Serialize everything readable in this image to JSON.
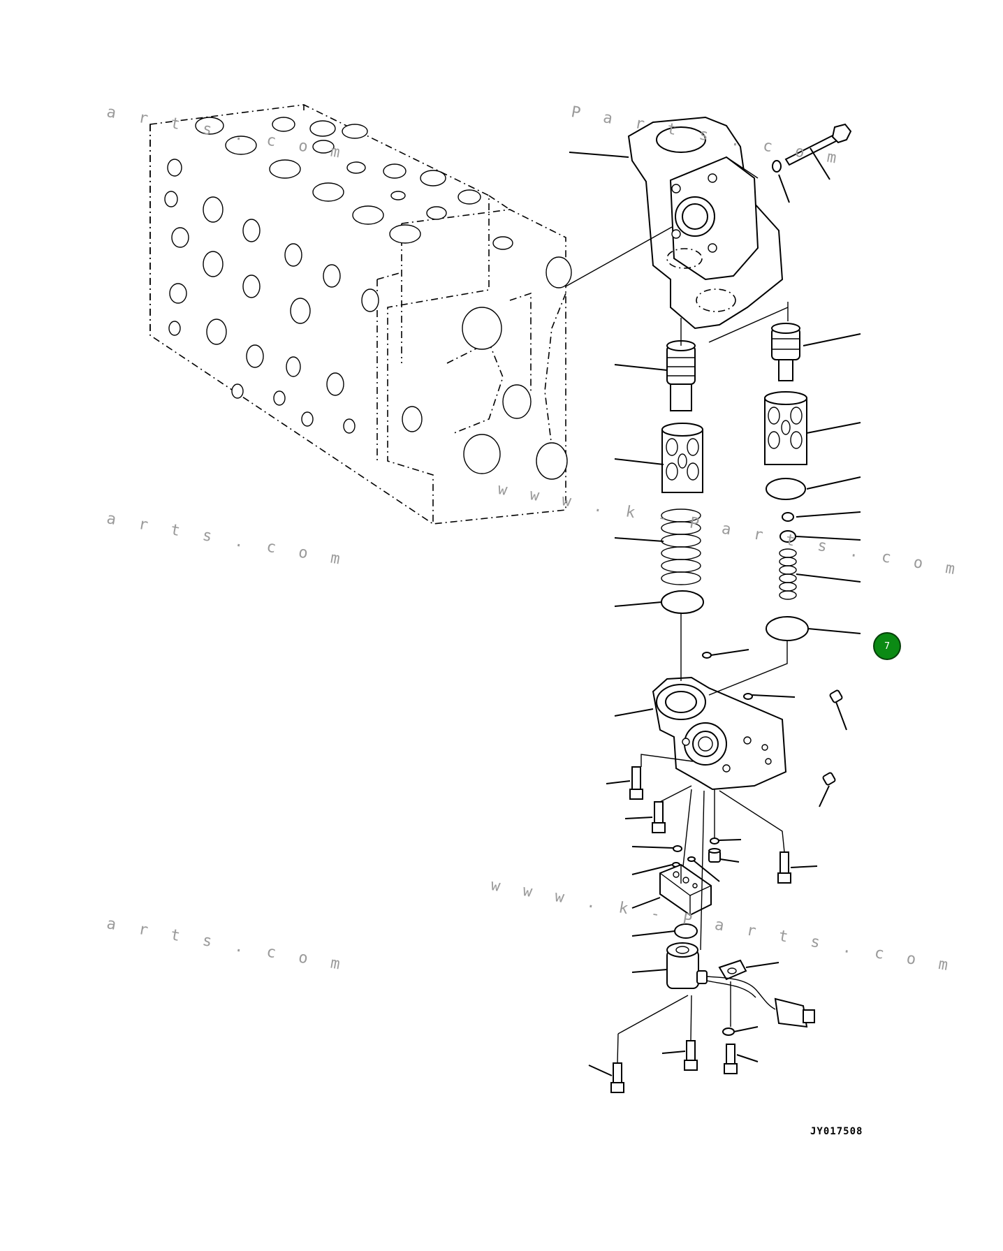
{
  "diagram": {
    "drawing_code": "JY017508",
    "callout_badge": {
      "label": "7",
      "color": "#0b8a14"
    },
    "watermark_text": "www.k-Parts.com",
    "watermarks": [
      {
        "text": "a r t s . c o m"
      },
      {
        "text": "P a r t s . c o m"
      },
      {
        "text": "w w w . k - P a r t s . c o m"
      },
      {
        "text": "a r t s . c o m"
      },
      {
        "text": "w w w . k - P a r t s . c o m"
      },
      {
        "text": "a r t s . c o m"
      }
    ]
  }
}
